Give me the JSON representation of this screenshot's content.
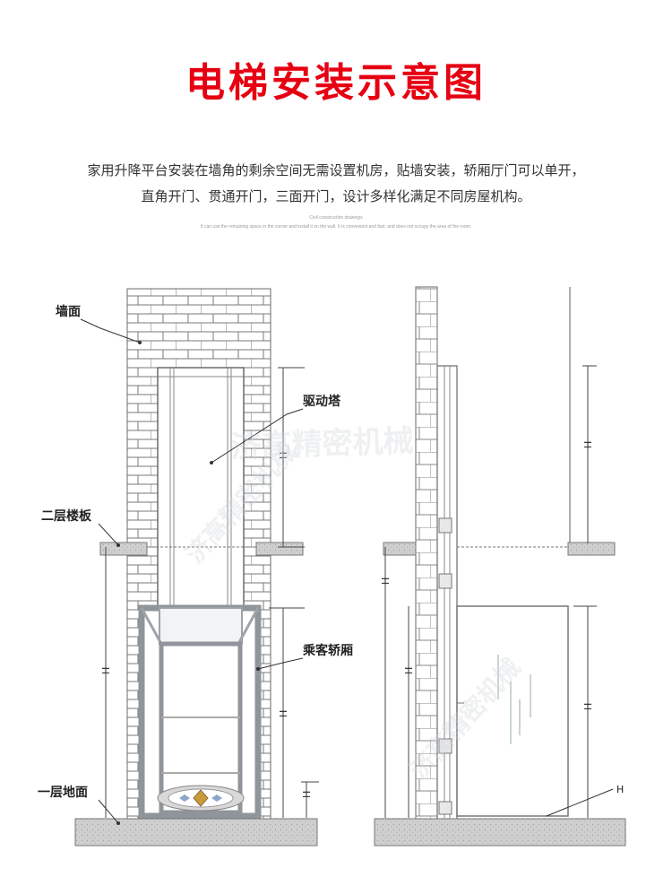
{
  "title": "电梯安装示意图",
  "description": {
    "line1": "家用升降平台安装在墙角的剩余空间无需设置机房，贴墙安装，轿厢厅门可以单开，",
    "line2": "直角开门、贯通开门，三面开门，设计多样化满足不同房屋机构。"
  },
  "english": {
    "title": "Civil construction drawings",
    "sentence": "It can use the remaining space in the corner and install it on the wall. It is convenient and fast, and does not occupy the area of the room."
  },
  "labels": {
    "wall": "墙面",
    "drive_tower": "驱动塔",
    "second_floor_slab": "二层楼板",
    "passenger_car": "乘客轿厢",
    "first_floor_ground": "一层地面"
  },
  "dimension_mark": "H",
  "watermark": "济高精密机械",
  "colors": {
    "title": "#e60012",
    "text": "#333333",
    "line": "#555555",
    "brick": "#7a7a7a",
    "slab": "#c8c8c8",
    "car_frame": "#9ea3a8"
  }
}
